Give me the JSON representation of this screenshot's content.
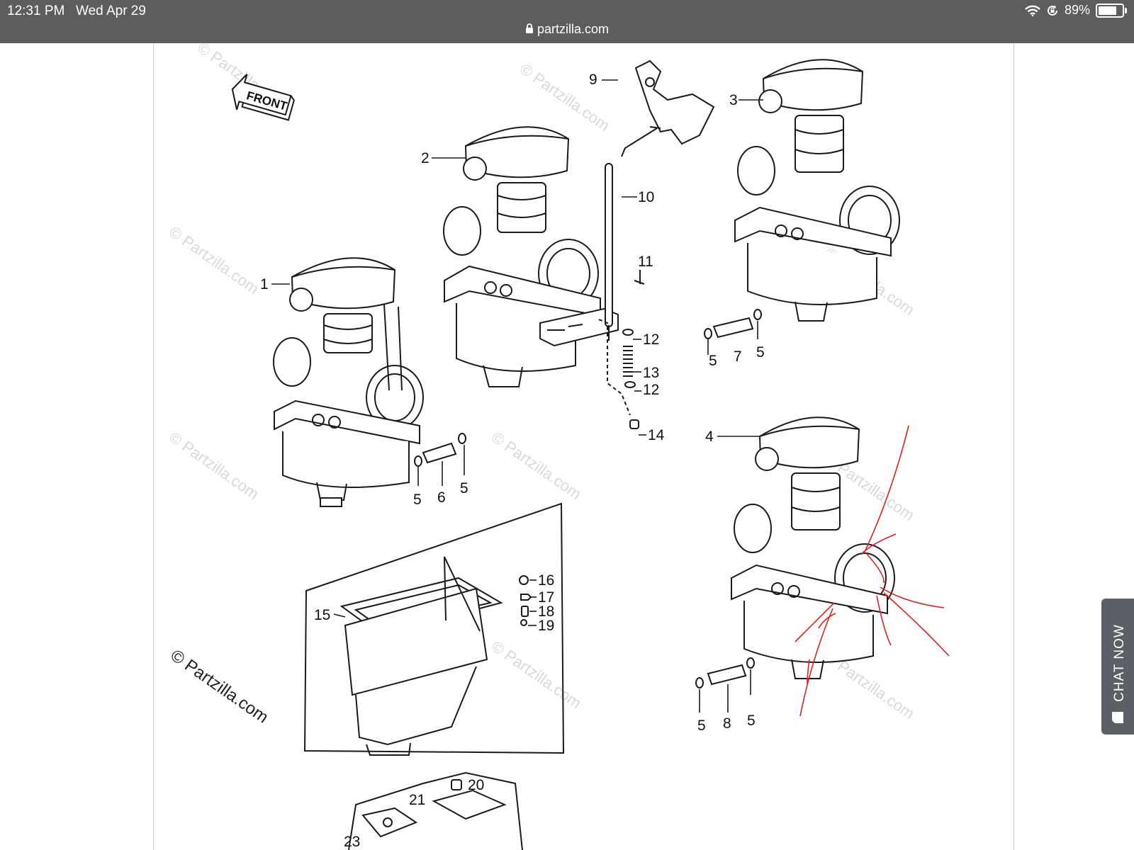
{
  "status_bar": {
    "time": "12:31 PM",
    "date": "Wed Apr 29",
    "url": "partzilla.com",
    "battery": "89%",
    "battery_level": 0.89
  },
  "diagram": {
    "front_label": "FRONT",
    "watermark": "© Partzilla.com",
    "callouts": [
      "1",
      "2",
      "3",
      "4",
      "5",
      "5",
      "5",
      "5",
      "5",
      "5",
      "6",
      "7",
      "8",
      "9",
      "10",
      "11",
      "12",
      "12",
      "13",
      "14",
      "15",
      "16",
      "17",
      "18",
      "19",
      "20",
      "21",
      "23"
    ]
  },
  "chat": {
    "label": "CHAT NOW"
  },
  "colors": {
    "annotation": "#e02020",
    "chrome": "#5d5d5d",
    "chat_bg": "#5b5f66"
  },
  "icons": [
    "lock-icon",
    "wifi-icon",
    "rotation-lock-icon",
    "battery-icon",
    "chat-icon"
  ]
}
